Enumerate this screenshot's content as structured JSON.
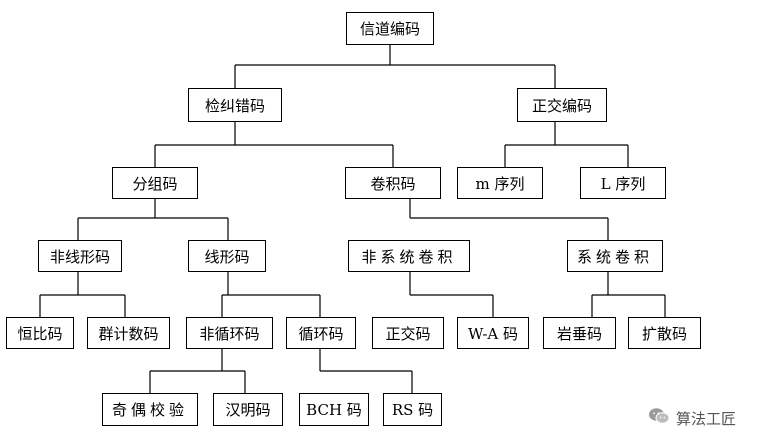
{
  "diagram": {
    "nodes": {
      "root": "信道编码",
      "error_control": "检纠错码",
      "orthogonal": "正交编码",
      "block": "分组码",
      "convolutional": "卷积码",
      "m_seq": "m 序列",
      "l_seq": "L 序列",
      "nonlinear": "非线形码",
      "linear": "线形码",
      "nonsystematic_conv": "非系统卷积",
      "systematic_conv": "系统卷积",
      "constant_ratio": "恒比码",
      "group_count": "群计数码",
      "noncyclic": "非循环码",
      "cyclic": "循环码",
      "orthogonal_code": "正交码",
      "wa_code": "W-A 码",
      "rock_vertical": "岩垂码",
      "diffusion": "扩散码",
      "odd_even_check": "奇偶校验",
      "hamming": "汉明码",
      "bch": "BCH 码",
      "rs": "RS 码"
    }
  },
  "watermark": {
    "text": "算法工匠",
    "icon": "wechat-icon"
  }
}
